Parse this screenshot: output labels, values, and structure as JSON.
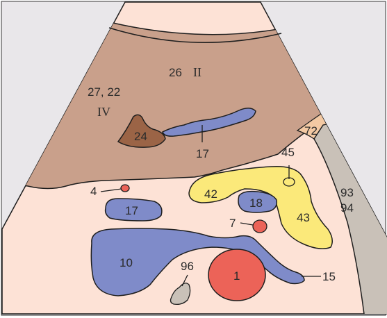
{
  "colors": {
    "background": "#ffffff",
    "frame": "#e9e7ea",
    "tissue": "#fde2d6",
    "liver": "#c9a08b",
    "dark_brown": "#9b6446",
    "vein": "#7f8bc9",
    "yellow": "#fbe97a",
    "artery": "#ec6358",
    "gray": "#c9c1b8",
    "orange": "#f3c9a3"
  },
  "labels": {
    "l26": "26",
    "lII": "II",
    "l2722": "27, 22",
    "lIV": "IV",
    "l24": "24",
    "l17a": "17",
    "l72": "72",
    "l45": "45",
    "l4": "4",
    "l42": "42",
    "l18": "18",
    "l93": "93",
    "l94": "94",
    "l17b": "17",
    "l7": "7",
    "l43": "43",
    "l10": "10",
    "l96": "96",
    "l1": "1",
    "l15": "15"
  }
}
